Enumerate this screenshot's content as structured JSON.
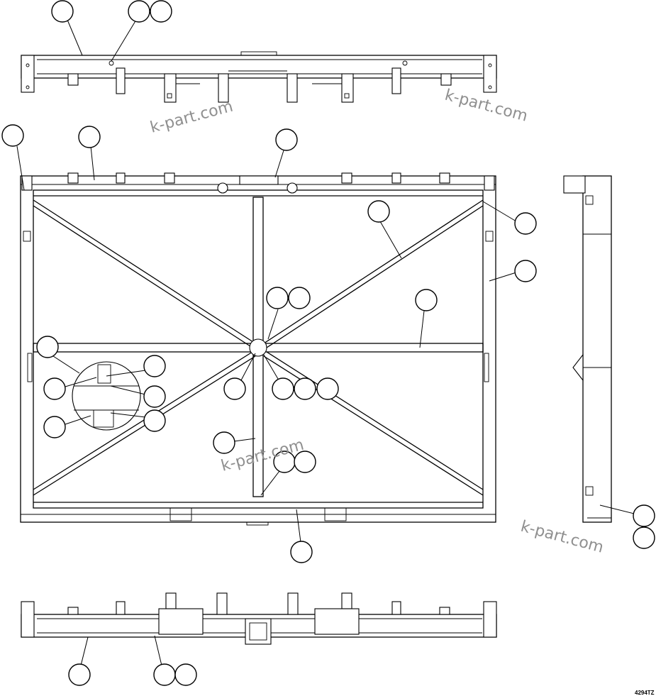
{
  "watermarks": [
    "k-part.com",
    "k-part.com",
    "k-part.com",
    "k-part.com"
  ],
  "drawing_code": "4294TZ"
}
